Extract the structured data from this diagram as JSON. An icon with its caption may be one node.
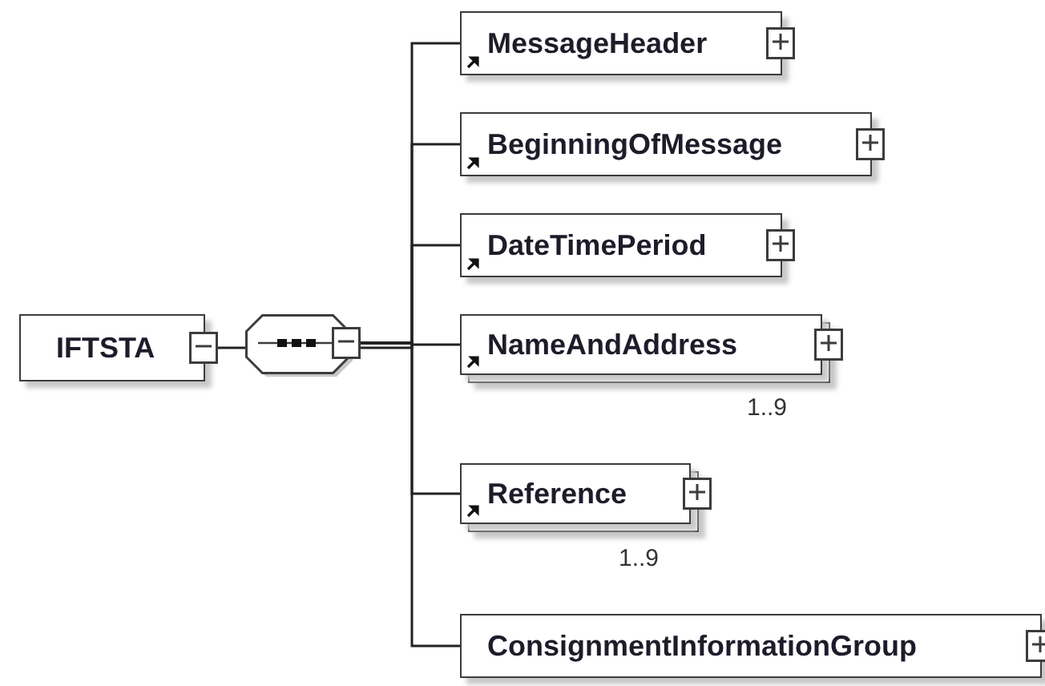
{
  "diagram": {
    "nodes": [
      {
        "text": [
          "IFTSTA"
        ]
      },
      {
        "text": [],
        "shape": "octagon"
      },
      {
        "text": [
          "MessageHeader"
        ]
      },
      {
        "text": [
          "BeginningOfMessage"
        ]
      },
      {
        "text": [
          "DateTimePeriod"
        ]
      },
      {
        "text": [
          "NameAndAddress"
        ],
        "beside": [
          "1..9"
        ]
      },
      {
        "text": [
          "Reference"
        ],
        "beside": [
          "1..9"
        ]
      },
      {
        "text": [
          "ConsignmentInformationGroup"
        ]
      }
    ],
    "edges": [
      {
        "from": 0,
        "to": 1,
        "arrow": "none"
      },
      {
        "from": 1,
        "to": 2,
        "arrow": "none"
      },
      {
        "from": 1,
        "to": 3,
        "arrow": "none"
      },
      {
        "from": 1,
        "to": 4,
        "arrow": "none"
      },
      {
        "from": 1,
        "to": 5,
        "arrow": "none"
      },
      {
        "from": 1,
        "to": 6,
        "arrow": "none"
      },
      {
        "from": 1,
        "to": 7,
        "arrow": "none"
      }
    ]
  }
}
